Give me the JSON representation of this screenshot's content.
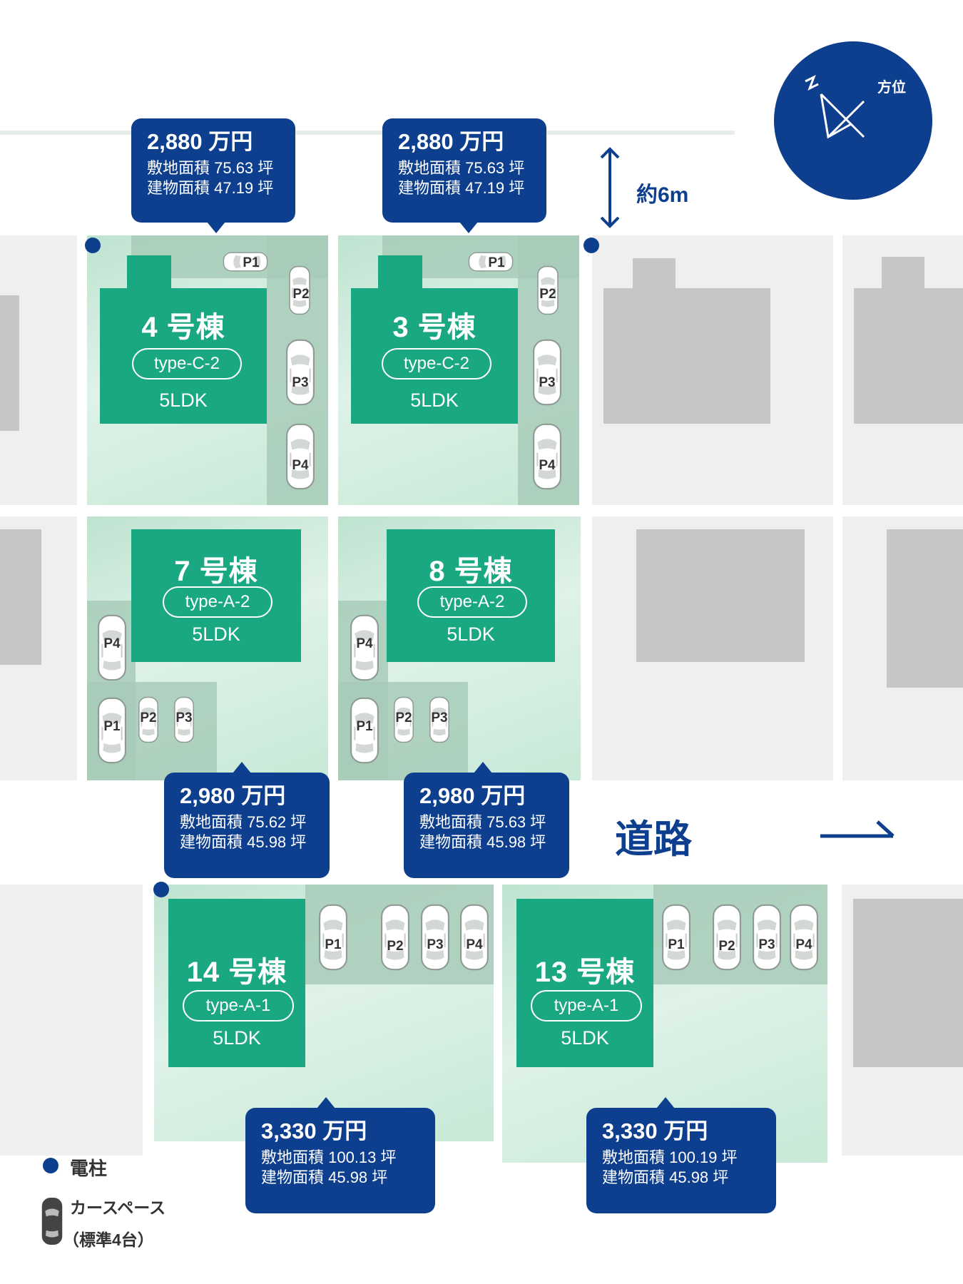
{
  "colors": {
    "navy": "#0e3f8f",
    "house_green": "#1aa883",
    "lot_green": "#cfeadb",
    "block_grey": "#efeff0",
    "building_grey": "#c6c6c6"
  },
  "compass": {
    "label": "方位",
    "icon": "north-arrow-icon"
  },
  "dimension": {
    "label": "約6m"
  },
  "road": {
    "label": "道路",
    "icon": "direction-arrow-icon"
  },
  "houses": [
    {
      "name": "4 号棟",
      "type": "type-C-2",
      "layout": "5LDK",
      "price": "2,880 万円",
      "land": "敷地面積 75.63 坪",
      "building": "建物面積 47.19 坪",
      "parking": [
        "P1",
        "P2",
        "P3",
        "P4"
      ]
    },
    {
      "name": "3 号棟",
      "type": "type-C-2",
      "layout": "5LDK",
      "price": "2,880 万円",
      "land": "敷地面積 75.63 坪",
      "building": "建物面積 47.19 坪",
      "parking": [
        "P1",
        "P2",
        "P3",
        "P4"
      ]
    },
    {
      "name": "7 号棟",
      "type": "type-A-2",
      "layout": "5LDK",
      "price": "2,980 万円",
      "land": "敷地面積 75.62 坪",
      "building": "建物面積 45.98 坪",
      "parking": [
        "P4",
        "P1",
        "P2",
        "P3"
      ]
    },
    {
      "name": "8 号棟",
      "type": "type-A-2",
      "layout": "5LDK",
      "price": "2,980 万円",
      "land": "敷地面積 75.63 坪",
      "building": "建物面積 45.98 坪",
      "parking": [
        "P4",
        "P1",
        "P2",
        "P3"
      ]
    },
    {
      "name": "14 号棟",
      "type": "type-A-1",
      "layout": "5LDK",
      "price": "3,330 万円",
      "land": "敷地面積 100.13 坪",
      "building": "建物面積 45.98 坪",
      "parking": [
        "P1",
        "P2",
        "P3",
        "P4"
      ]
    },
    {
      "name": "13 号棟",
      "type": "type-A-1",
      "layout": "5LDK",
      "price": "3,330 万円",
      "land": "敷地面積 100.19 坪",
      "building": "建物面積 45.98 坪",
      "parking": [
        "P1",
        "P2",
        "P3",
        "P4"
      ]
    }
  ],
  "legend": {
    "pole_label": "電柱",
    "car_label": "カースペース",
    "car_sub": "（標準4台）"
  }
}
